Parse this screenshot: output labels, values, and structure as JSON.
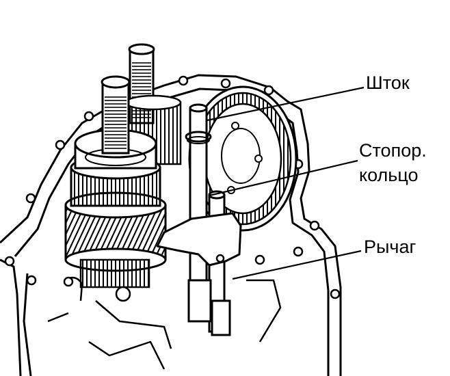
{
  "labels": {
    "rod": "Шток",
    "ring_line1": "Стопор.",
    "ring_line2": "кольцо",
    "lever": "Рычаг"
  },
  "colors": {
    "ink": "#000000",
    "paper": "#ffffff"
  },
  "parts": {
    "housing": "transmission-case-outline",
    "shafts": "input-shafts-with-splines",
    "gear_cluster": "helical-gear-cluster",
    "ring_gear": "large-ring-gear",
    "shift_rod": "shift-rod",
    "circlip": "snap-ring",
    "lever": "shift-lever"
  }
}
